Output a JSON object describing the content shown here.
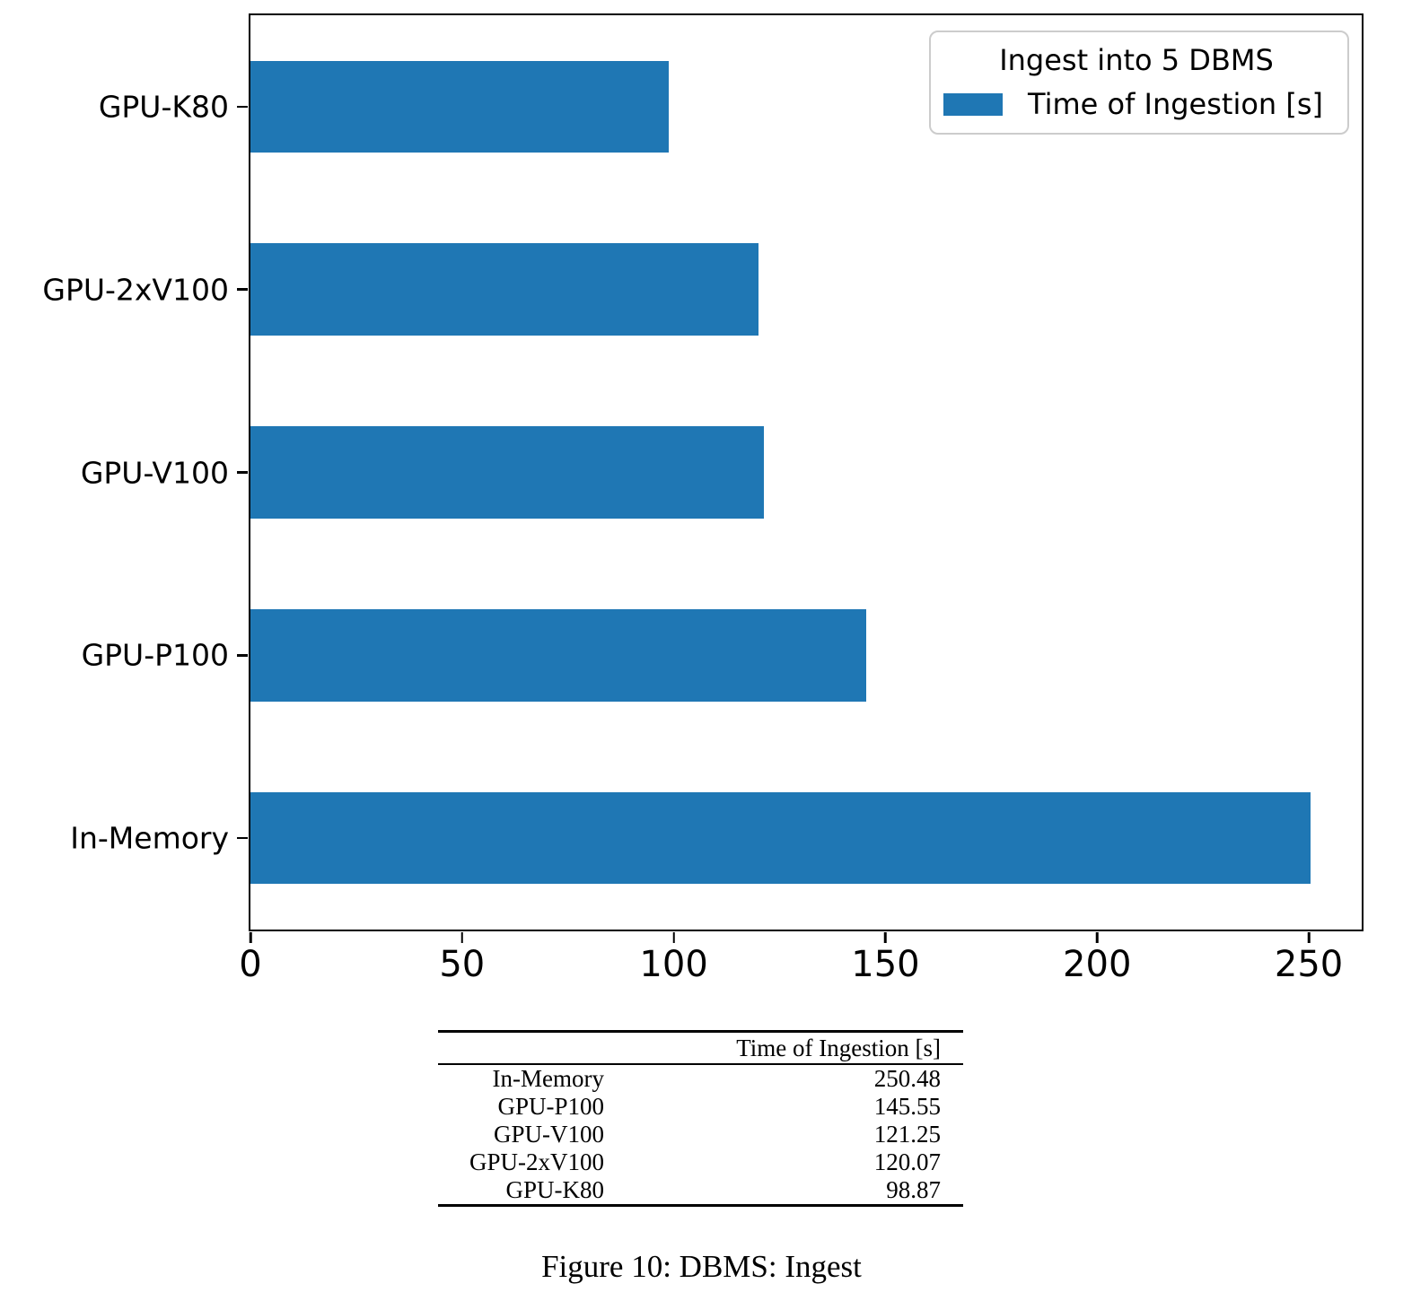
{
  "figure": {
    "caption": "Figure 10: DBMS: Ingest"
  },
  "chart_data": {
    "type": "bar",
    "orientation": "horizontal",
    "title": "",
    "xlabel": "",
    "ylabel": "",
    "categories_top_to_bottom": [
      "GPU-K80",
      "GPU-2xV100",
      "GPU-V100",
      "GPU-P100",
      "In-Memory"
    ],
    "series": [
      {
        "name": "Time of Ingestion [s]",
        "values": [
          98.87,
          120.07,
          121.25,
          145.55,
          250.48
        ]
      }
    ],
    "x_ticks": [
      0,
      50,
      100,
      150,
      200,
      250
    ],
    "xlim": [
      0,
      262.5
    ],
    "grid": false,
    "bar_color": "#1f77b4",
    "legend": {
      "position": "upper right",
      "title": "Ingest into 5 DBMS",
      "entries": [
        {
          "label": "Time of Ingestion [s]",
          "color": "#1f77b4"
        }
      ]
    }
  },
  "table": {
    "header": [
      "",
      "Time of Ingestion [s]"
    ],
    "rows": [
      [
        "In-Memory",
        "250.48"
      ],
      [
        "GPU-P100",
        "145.55"
      ],
      [
        "GPU-V100",
        "121.25"
      ],
      [
        "GPU-2xV100",
        "120.07"
      ],
      [
        "GPU-K80",
        "98.87"
      ]
    ]
  }
}
